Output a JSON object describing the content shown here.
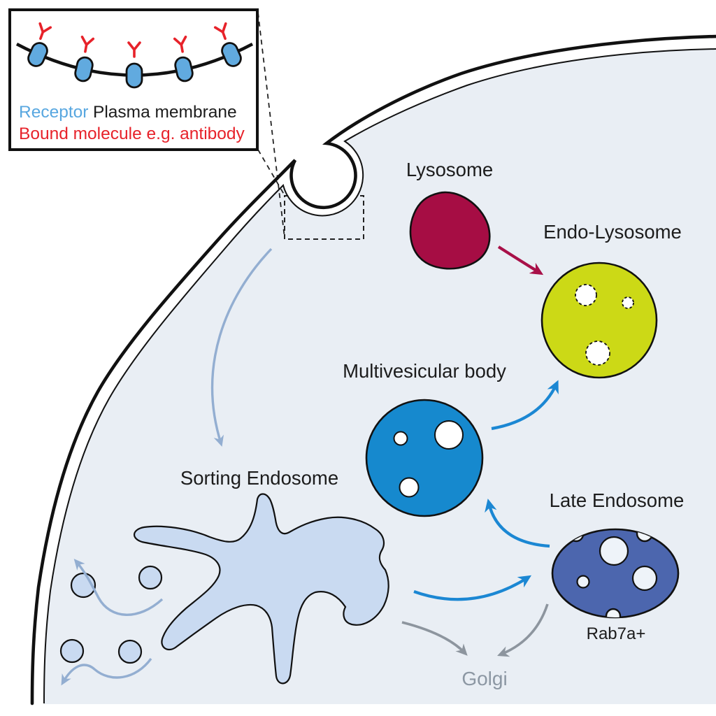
{
  "colors": {
    "cytoplasm": "#e9eef4",
    "membrane_line": "#111111",
    "lysosome": "#a60d44",
    "endo_lysosome": "#ccd916",
    "multivesicular_body": "#1689ce",
    "late_endosome": "#4c66ae",
    "late_endosome_vesicle": "#eef3f9",
    "sorting_endosome": "#c9daf1",
    "receptor": "#61aadf",
    "antibody_red": "#e7222a",
    "arrow_blue": "#1b87d3",
    "arrow_light_blue": "#93aed1",
    "arrow_gray": "#8d959e",
    "arrow_crimson": "#a81048",
    "golgi_text": "#8c97a3",
    "label_text": "#1c1c1c",
    "receptor_text": "#58a7e0"
  },
  "inset": {
    "legend_receptor": "Receptor",
    "legend_plasma_membrane": "Plasma membrane",
    "legend_bound_molecule": "Bound molecule e.g. antibody"
  },
  "labels": {
    "lysosome": "Lysosome",
    "endo_lysosome": "Endo-Lysosome",
    "multivesicular_body": "Multivesicular body",
    "sorting_endosome": "Sorting Endosome",
    "late_endosome": "Late Endosome",
    "rab7a": "Rab7a+",
    "golgi": "Golgi"
  }
}
